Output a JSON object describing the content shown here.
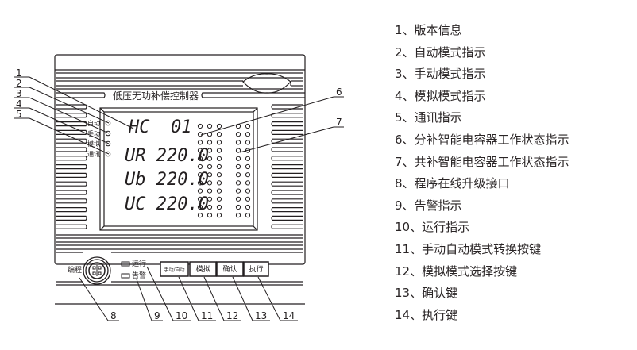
{
  "device": {
    "title": "低压无功补偿控制器",
    "indicators_left": [
      "自动",
      "手动",
      "模拟",
      "通讯"
    ],
    "lcd_lines": [
      "HC  01",
      "UR 220.0",
      "Ub 220.0",
      "UC 220.0"
    ],
    "led_matrix": {
      "group1_columns": 3,
      "group2_columns": 2,
      "rows": 12
    },
    "port_label": "编程",
    "status_leds": [
      "运行",
      "告警"
    ],
    "buttons": [
      "手动/自动",
      "模拟",
      "确认",
      "执行"
    ]
  },
  "callouts": {
    "left": [
      "1",
      "2",
      "3",
      "4",
      "5"
    ],
    "right": [
      "6",
      "7"
    ],
    "bottom": [
      "8",
      "9",
      "10",
      "11",
      "12",
      "13",
      "14"
    ]
  },
  "legend": [
    "1、版本信息",
    "2、自动模式指示",
    "3、手动模式指示",
    "4、模拟模式指示",
    "5、通讯指示",
    "6、分补智能电容器工作状态指示",
    "7、共补智能电容器工作状态指示",
    "8、程序在线升级接口",
    "9、告警指示",
    "10、运行指示",
    "11、手动自动模式转换按键",
    "12、模拟模式选择按键",
    "13、确认键",
    "14、执行键"
  ],
  "colors": {
    "line": "#231f20",
    "background": "#ffffff"
  }
}
